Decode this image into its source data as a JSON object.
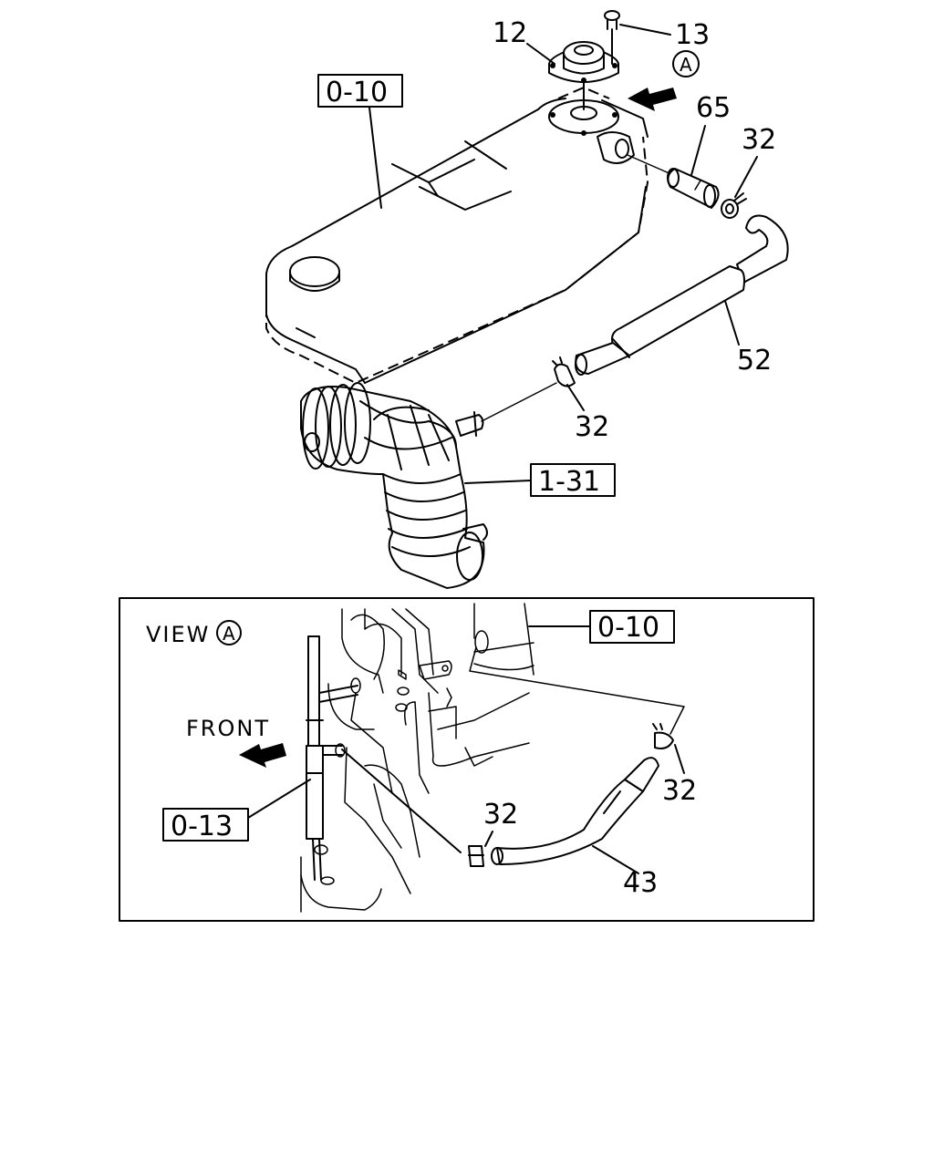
{
  "callouts": {
    "part_12": "12",
    "part_13": "13",
    "view_marker": "A",
    "ref_valve_cover": "0-10",
    "part_65": "65",
    "part_32_top": "32",
    "part_52": "52",
    "part_32_mid": "32",
    "ref_intake_duct": "1-31"
  },
  "view_a": {
    "title": "VIEW",
    "marker": "A",
    "front_label": "FRONT",
    "ref_valve_cover": "0-10",
    "ref_dipstick": "0-13",
    "part_32_left": "32",
    "part_32_right": "32",
    "part_43": "43"
  }
}
